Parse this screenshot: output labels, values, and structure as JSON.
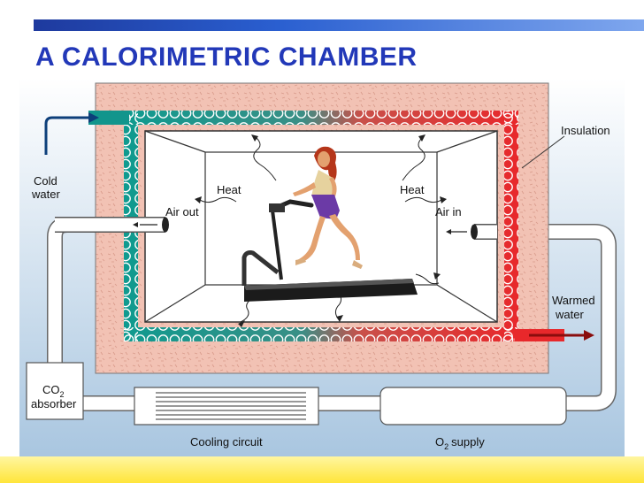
{
  "title": "A CALORIMETRIC CHAMBER",
  "labels": {
    "insulation": "Insulation",
    "cold_water_line1": "Cold",
    "cold_water_line2": "water",
    "heat_left": "Heat",
    "heat_right": "Heat",
    "air_out": "Air out",
    "air_in": "Air in",
    "warmed_water_line1": "Warmed",
    "warmed_water_line2": "water",
    "co2_main": "CO",
    "co2_sub": "2",
    "absorber": "absorber",
    "cooling_circuit": "Cooling circuit",
    "o2_main": "O",
    "o2_sub": "2",
    "o2_supply": "supply"
  },
  "colors": {
    "title": "#2238b8",
    "insulation": "#f2c2b4",
    "cold": "#12958c",
    "warm": "#e8282b",
    "background": "#c9dcec",
    "tube": "#ffffff"
  }
}
